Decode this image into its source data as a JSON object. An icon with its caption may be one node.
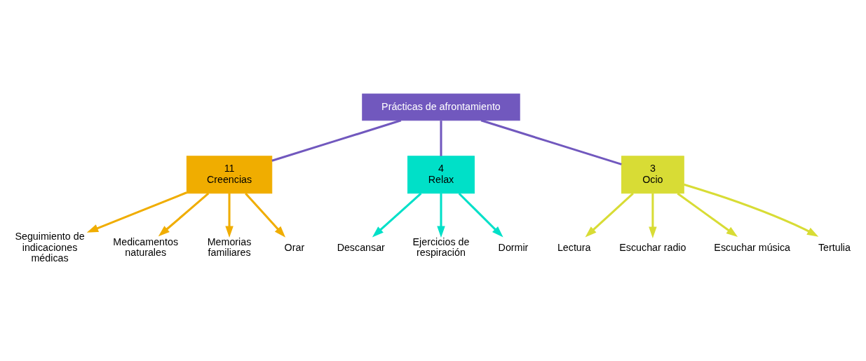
{
  "diagram": {
    "nodes": [
      {
        "text": [
          "Prácticas de afrontamiento"
        ]
      },
      {
        "text": [
          "11",
          "Creencias"
        ]
      },
      {
        "text": [
          "4",
          "Relax"
        ]
      },
      {
        "text": [
          "3",
          "Ocio"
        ]
      },
      {
        "text": [
          "Seguimiento de indicaciones médicas"
        ]
      },
      {
        "text": [
          "Medicamentos naturales"
        ]
      },
      {
        "text": [
          "Memorias familiares"
        ]
      },
      {
        "text": [
          "Orar"
        ]
      },
      {
        "text": [
          "Descansar"
        ]
      },
      {
        "text": [
          "Ejercicios de respiración"
        ]
      },
      {
        "text": [
          "Dormir"
        ]
      },
      {
        "text": [
          "Lectura"
        ]
      },
      {
        "text": [
          "Escuchar radio"
        ]
      },
      {
        "text": [
          "Escuchar música"
        ]
      },
      {
        "text": [
          "Tertulia"
        ]
      }
    ],
    "edges": [
      {
        "from": 0,
        "to": 1,
        "arrow": "none",
        "color": "#7158be"
      },
      {
        "from": 0,
        "to": 2,
        "arrow": "none",
        "color": "#7158be"
      },
      {
        "from": 0,
        "to": 3,
        "arrow": "none",
        "color": "#7158be"
      },
      {
        "from": 1,
        "to": 4,
        "arrow": "to",
        "color": "#f0ad00"
      },
      {
        "from": 1,
        "to": 5,
        "arrow": "to",
        "color": "#f0ad00"
      },
      {
        "from": 1,
        "to": 6,
        "arrow": "to",
        "color": "#f0ad00"
      },
      {
        "from": 1,
        "to": 7,
        "arrow": "to",
        "color": "#f0ad00"
      },
      {
        "from": 2,
        "to": 8,
        "arrow": "to",
        "color": "#00e0c8"
      },
      {
        "from": 2,
        "to": 9,
        "arrow": "to",
        "color": "#00e0c8"
      },
      {
        "from": 2,
        "to": 10,
        "arrow": "to",
        "color": "#00e0c8"
      },
      {
        "from": 3,
        "to": 11,
        "arrow": "to",
        "color": "#d8dc35"
      },
      {
        "from": 3,
        "to": 12,
        "arrow": "to",
        "color": "#d8dc35"
      },
      {
        "from": 3,
        "to": 13,
        "arrow": "to",
        "color": "#d8dc35"
      },
      {
        "from": 3,
        "to": 14,
        "arrow": "to",
        "color": "#d8dc35"
      }
    ]
  }
}
